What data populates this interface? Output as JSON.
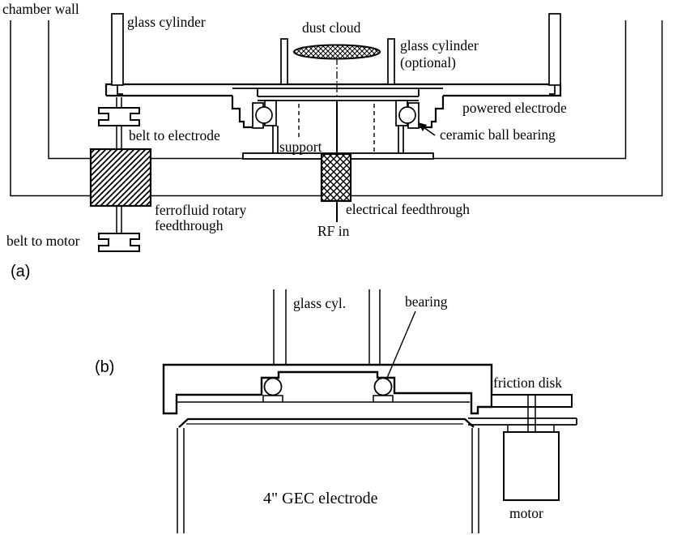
{
  "figure": {
    "background": "#ffffff",
    "ink": "#000000",
    "panel_a": {
      "tag": "(a)",
      "labels": {
        "chamber_wall": "chamber wall",
        "glass_cylinder": "glass cylinder",
        "dust_cloud": "dust cloud",
        "glass_cylinder_optional_1": "glass cylinder",
        "glass_cylinder_optional_2": "(optional)",
        "powered_electrode": "powered electrode",
        "ceramic_ball_bearing": "ceramic ball bearing",
        "belt_to_electrode": "belt to electrode",
        "support": "support",
        "ferrofluid_1": "ferrofluid rotary",
        "ferrofluid_2": "feedthrough",
        "electrical_feedthrough": "electrical feedthrough",
        "rf_in": "RF in",
        "belt_to_motor": "belt to motor"
      }
    },
    "panel_b": {
      "tag": "(b)",
      "labels": {
        "glass_cyl": "glass cyl.",
        "bearing": "bearing",
        "friction_disk": "friction disk",
        "gec_electrode": "4\" GEC electrode",
        "motor": "motor"
      }
    }
  }
}
